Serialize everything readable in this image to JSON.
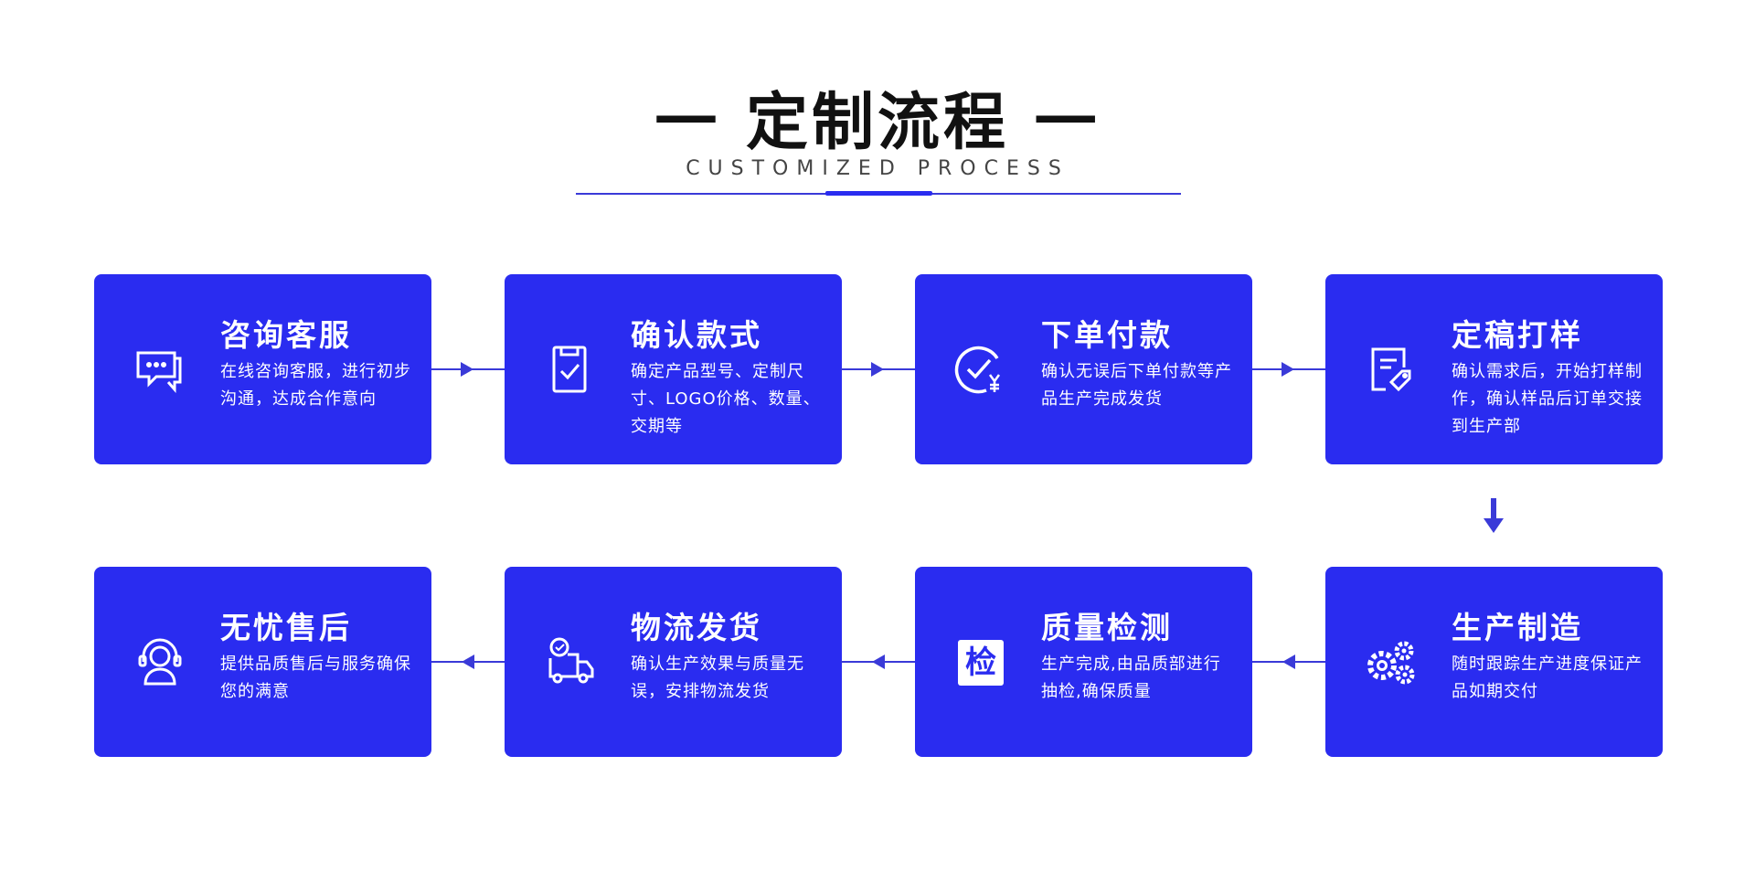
{
  "header": {
    "title": "一 定制流程 一",
    "subtitle": "CUSTOMIZED PROCESS"
  },
  "colors": {
    "accent": "#2a2cf0"
  },
  "steps": [
    {
      "title": "咨询客服",
      "desc": "在线咨询客服，进行初步沟通，达成合作意向",
      "icon": "chat-icon"
    },
    {
      "title": "确认款式",
      "desc": "确定产品型号、定制尺寸、LOGO价格、数量、交期等",
      "icon": "clipboard-check-icon"
    },
    {
      "title": "下单付款",
      "desc": "确认无误后下单付款等产品生产完成发货",
      "icon": "payment-check-icon"
    },
    {
      "title": "定稿打样",
      "desc": "确认需求后，开始打样制作，确认样品后订单交接到生产部",
      "icon": "document-tag-icon"
    },
    {
      "title": "生产制造",
      "desc": "随时跟踪生产进度保证产品如期交付",
      "icon": "gears-icon"
    },
    {
      "title": "质量检测",
      "desc": "生产完成,由品质部进行抽检,确保质量",
      "icon": "inspect-icon",
      "icon_text": "检"
    },
    {
      "title": "物流发货",
      "desc": "确认生产效果与质量无误，安排物流发货",
      "icon": "truck-icon"
    },
    {
      "title": "无忧售后",
      "desc": "提供品质售后与服务确保您的满意",
      "icon": "support-icon"
    }
  ]
}
